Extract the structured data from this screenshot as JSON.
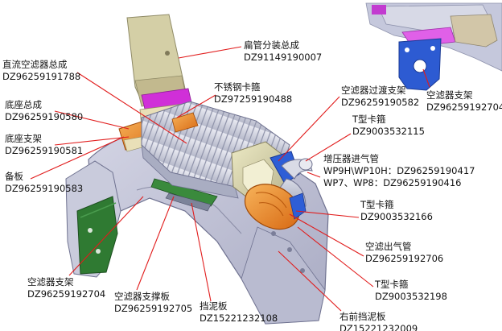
{
  "diagram": {
    "callouts": [
      {
        "id": "flat-tube",
        "name": "扁管分装总成",
        "code": "DZ91149190007"
      },
      {
        "id": "dc-filter",
        "name": "直流空滤器总成",
        "code": "DZ96259191788"
      },
      {
        "id": "ss-clamp",
        "name": "不锈钢卡箍",
        "code": "DZ97259190488"
      },
      {
        "id": "transition-bracket",
        "name": "空滤器过渡支架",
        "code": "DZ96259190582"
      },
      {
        "id": "base-assy",
        "name": "底座总成",
        "code": "DZ96259190580"
      },
      {
        "id": "top-bracket",
        "name": "空滤器支架",
        "code": "DZ96259192704"
      },
      {
        "id": "base-bracket",
        "name": "底座支架",
        "code": "DZ96259190581"
      },
      {
        "id": "t-clamp-1",
        "name": "T型卡箍",
        "code": "DZ9003532115"
      },
      {
        "id": "spare-plate",
        "name": "备板",
        "code": "DZ96259190583"
      },
      {
        "id": "intake-pipe",
        "name": "增压器进气管",
        "line2": "WP9H\\WP10H：DZ96259190417",
        "line3": "WP7、WP8：DZ96259190416"
      },
      {
        "id": "t-clamp-2",
        "name": "T型卡箍",
        "code": "DZ9003532166"
      },
      {
        "id": "outlet-pipe",
        "name": "空滤出气管",
        "code": "DZ96259192706"
      },
      {
        "id": "t-clamp-3",
        "name": "T型卡箍",
        "code": "DZ9003532198"
      },
      {
        "id": "bottom-bracket",
        "name": "空滤器支架",
        "code": "DZ96259192704"
      },
      {
        "id": "support-plate",
        "name": "空滤器支撑板",
        "code": "DZ96259192705"
      },
      {
        "id": "mud-guard",
        "name": "挡泥板",
        "code": "DZ15221232108"
      },
      {
        "id": "front-mud-guard",
        "name": "右前挡泥板",
        "code": "DZ15221232009"
      }
    ]
  }
}
